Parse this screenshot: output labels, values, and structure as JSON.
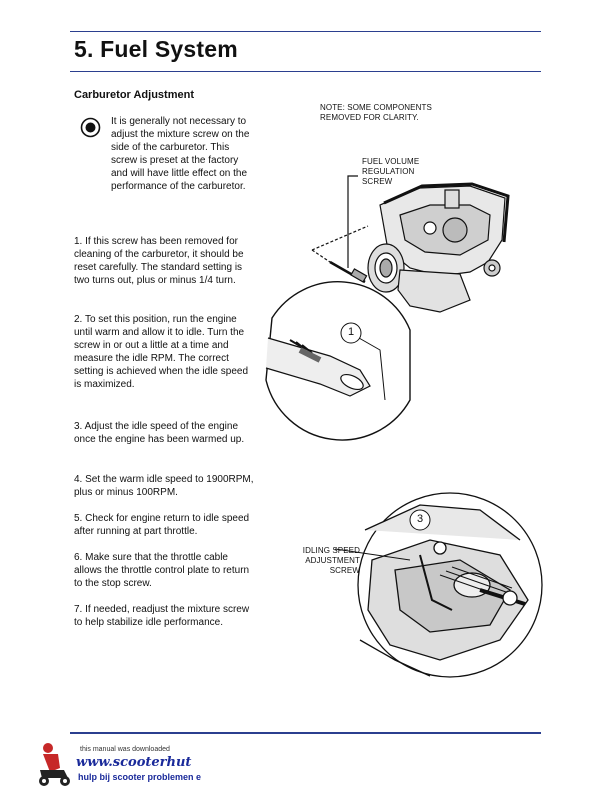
{
  "header": {
    "title": "5. Fuel System"
  },
  "section": {
    "title": "Carburetor Adjustment"
  },
  "note": {
    "icon": "target-icon",
    "text": "It is generally not necessary to adjust the mixture screw on the side of the carburetor. This screw is preset at the factory and will have little effect on the performance of the carburetor."
  },
  "steps": [
    "1.   If this screw has been removed for cleaning of the carburetor, it should be reset carefully.  The standard setting is two turns out, plus or minus 1/4 turn.",
    "2.   To set this position, run the engine until warm and allow it to idle. Turn the screw in or out a little at a time and measure the idle RPM. The correct setting is achieved when the idle speed is maximized.",
    "3.   Adjust the idle speed of the engine once the engine has been warmed up.",
    "4.   Set the warm idle speed to 1900RPM, plus or minus 100RPM.",
    "5.   Check for engine return to idle speed after running at part throttle.",
    "6.   Make sure that the throttle cable allows the throttle control plate to return to the stop screw.",
    "7.   If needed, readjust the mixture screw to help stabilize idle performance."
  ],
  "figure1": {
    "note": "NOTE: SOME COMPONENTS REMOVED FOR CLARITY.",
    "label": "FUEL VOLUME REGULATION SCREW",
    "callout": "1"
  },
  "figure2": {
    "label": "IDLING SPEED ADJUSTMENT SCREW",
    "callout": "3"
  },
  "footer": {
    "line1": "this manual was downloaded",
    "line2": "www.scooterhut",
    "line3": "hulp bij scooter problemen e"
  }
}
